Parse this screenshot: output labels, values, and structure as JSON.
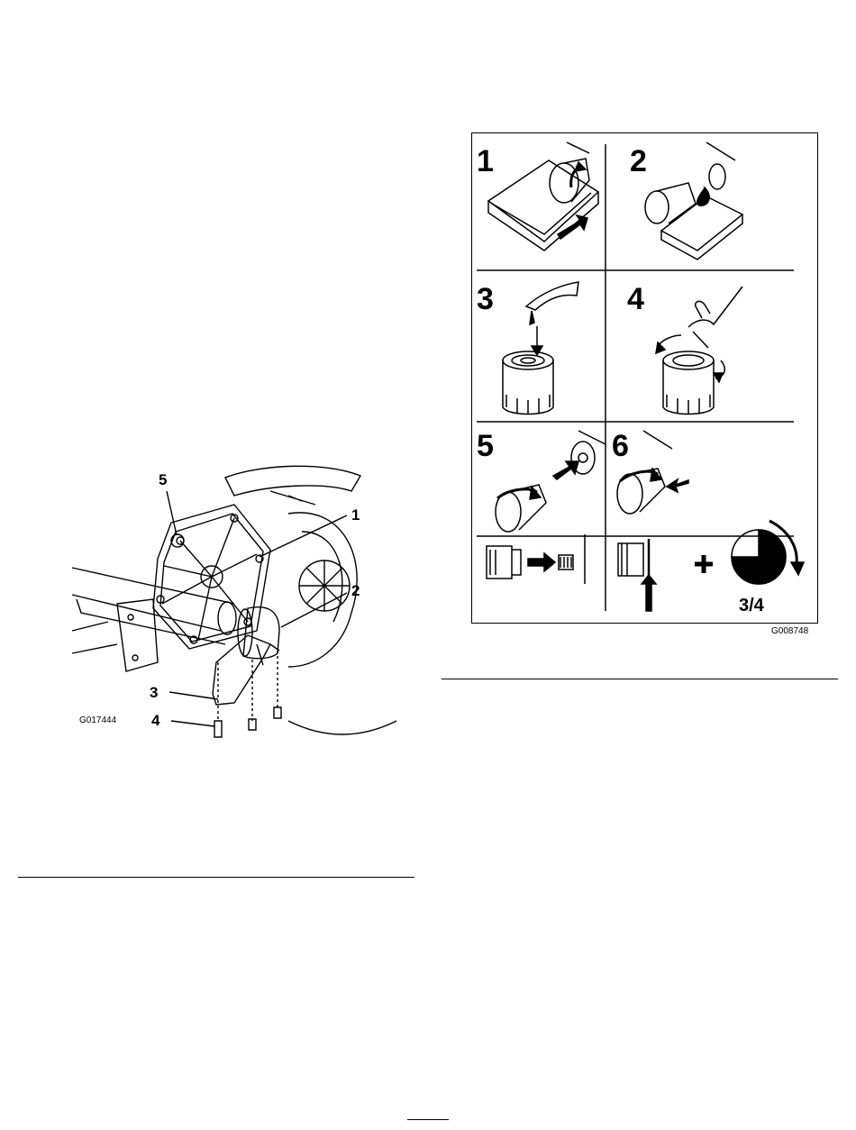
{
  "left_figure": {
    "figure_id": "G017444",
    "callouts": [
      "1",
      "2",
      "3",
      "4",
      "5"
    ]
  },
  "right_figure": {
    "figure_id": "G008748",
    "steps": [
      "1",
      "2",
      "3",
      "4",
      "5",
      "6"
    ],
    "turn_label": "3/4"
  }
}
